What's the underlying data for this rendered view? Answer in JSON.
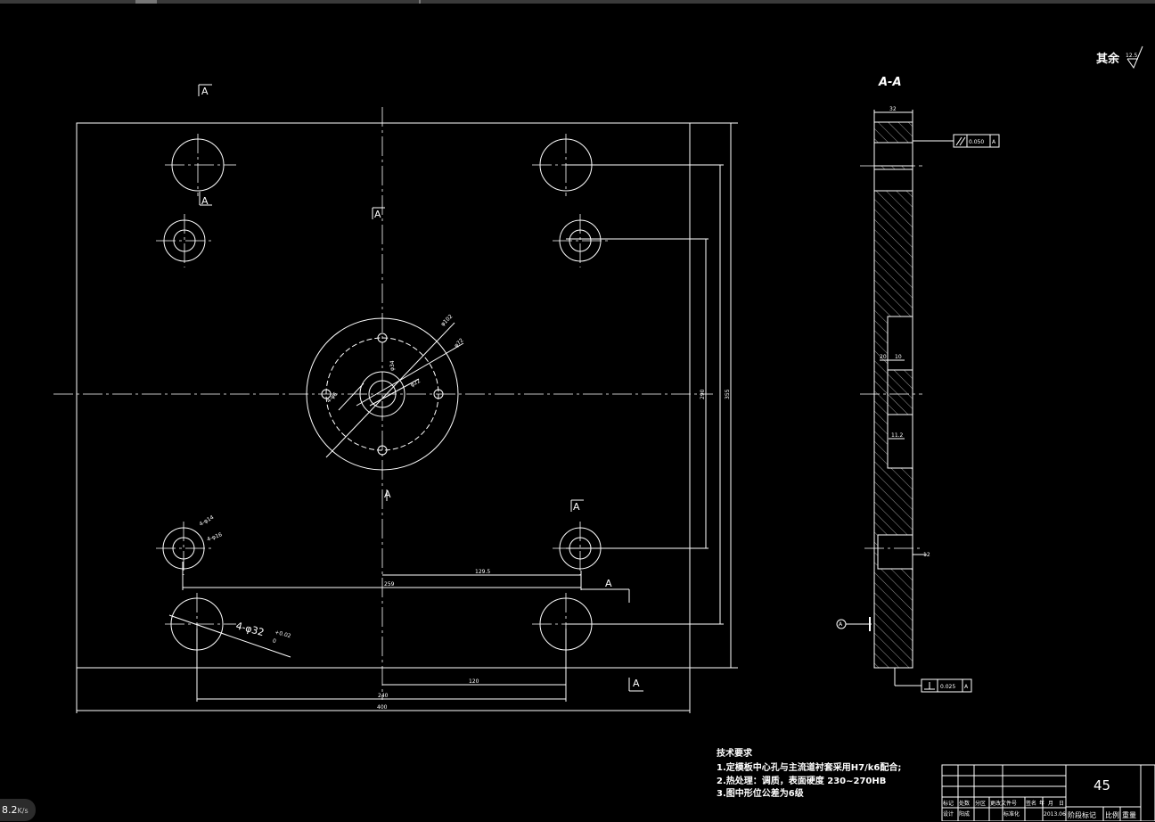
{
  "window": {
    "status_speed_value": "8.2",
    "status_speed_unit": "K/s"
  },
  "drawing": {
    "section_title": "A-A",
    "roughness_note": "其余",
    "roughness_value": "12.5",
    "section_markers": [
      "A",
      "A",
      "A",
      "A",
      "A",
      "A",
      "A"
    ],
    "datum_marker": "A",
    "dimensions": {
      "overall_width": "400",
      "hole_spacing_x": "240",
      "half_spacing_x": "120",
      "offset_259": "259",
      "offset_129_5": "129.5",
      "hole_spacing_y": "290",
      "overall_height": "355",
      "thickness": "32",
      "counterbore_depth": "12",
      "flange_d1": "φ102",
      "flange_d2": "φ72",
      "flange_d3": "φ22",
      "bore_hole": "φ34",
      "small_hole": "4-φ6",
      "screw_1": "4-φ14",
      "screw_2": "4-φ16",
      "dowel_hole_prefix": "4-φ32",
      "dowel_tol_upper": "+0.02",
      "dowel_tol_lower": "0",
      "side_d1": "20",
      "side_d2": "10",
      "side_d3": "11.2"
    },
    "tolerances": {
      "parallelism_value": "0.050",
      "parallelism_datum": "A",
      "perpendicularity_value": "0.025",
      "perpendicularity_datum": "A"
    },
    "tech_requirements": {
      "title": "技术要求",
      "items": [
        "1.定模板中心孔与主流道衬套采用H7/k6配合;",
        "2.热处理：调质，表面硬度  230~270HB",
        "3.图中形位公差为6级"
      ]
    },
    "title_block": {
      "material": "45",
      "header_cells": [
        "标记",
        "处数",
        "分区",
        "更改文件号",
        "签名",
        "年",
        "月",
        "日"
      ],
      "row_cells": [
        "设计",
        "阳成",
        "标准化",
        "2013.06"
      ],
      "bottom_labels": [
        "阶段标记",
        "比例",
        "重量"
      ]
    }
  }
}
